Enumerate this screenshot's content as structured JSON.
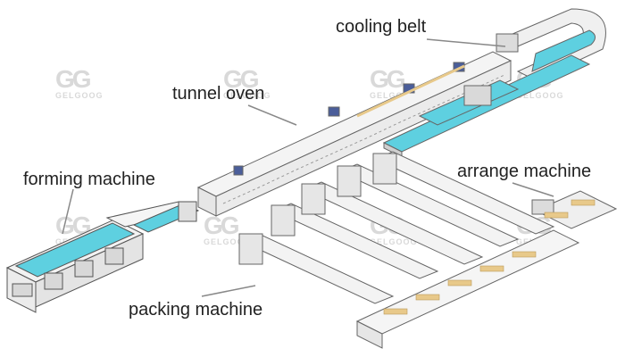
{
  "labels": {
    "cooling_belt": "cooling belt",
    "tunnel_oven": "tunnel oven",
    "forming_machine": "forming machine",
    "arrange_machine": "arrange machine",
    "packing_machine": "packing machine"
  },
  "watermark": {
    "mark": "GG",
    "text": "GELGOOG"
  },
  "colors": {
    "belt": "#5ed0e0",
    "frame": "#555555",
    "product": "#e8c98a",
    "leader": "#888888"
  }
}
